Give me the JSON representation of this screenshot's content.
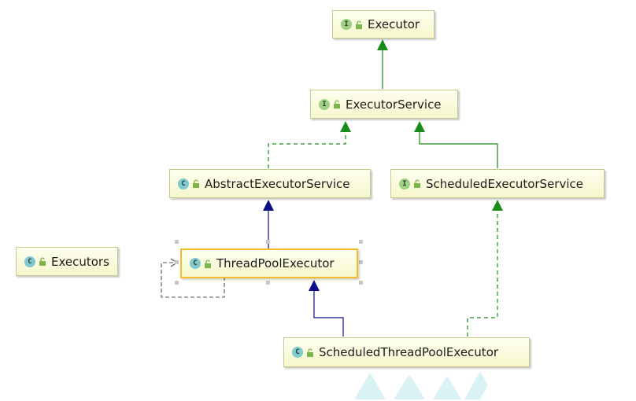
{
  "nodes": {
    "executor": {
      "label": "Executor",
      "kind": "I"
    },
    "executor_service": {
      "label": "ExecutorService",
      "kind": "I"
    },
    "abstract_executor_service": {
      "label": "AbstractExecutorService",
      "kind": "C"
    },
    "scheduled_executor_service": {
      "label": "ScheduledExecutorService",
      "kind": "I"
    },
    "executors": {
      "label": "Executors",
      "kind": "C"
    },
    "thread_pool_executor": {
      "label": "ThreadPoolExecutor",
      "kind": "C"
    },
    "scheduled_thread_pool_executor": {
      "label": "ScheduledThreadPoolExecutor",
      "kind": "C"
    }
  },
  "colors": {
    "interface_badge": "#9fd183",
    "class_badge": "#7fc9cf",
    "extends_interface": "#1a8a1a",
    "implements_interface": "#1a8a1a",
    "extends_class": "#0d0d8a",
    "selection_border": "#f4bd2a"
  },
  "relations": [
    {
      "from": "executor_service",
      "to": "executor",
      "type": "extends-interface"
    },
    {
      "from": "abstract_executor_service",
      "to": "executor_service",
      "type": "implements"
    },
    {
      "from": "scheduled_executor_service",
      "to": "executor_service",
      "type": "extends-interface"
    },
    {
      "from": "thread_pool_executor",
      "to": "abstract_executor_service",
      "type": "extends-class"
    },
    {
      "from": "scheduled_thread_pool_executor",
      "to": "thread_pool_executor",
      "type": "extends-class"
    },
    {
      "from": "scheduled_thread_pool_executor",
      "to": "scheduled_executor_service",
      "type": "implements"
    },
    {
      "from": "thread_pool_executor",
      "to": "thread_pool_executor",
      "type": "inner-dependency"
    }
  ]
}
